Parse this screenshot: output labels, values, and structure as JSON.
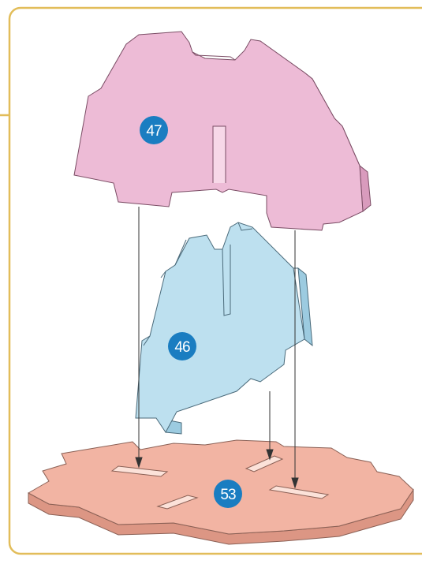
{
  "diagram": {
    "parts": [
      {
        "id": "47",
        "color": "#edbbd6",
        "edge_color": "#d99bbd"
      },
      {
        "id": "46",
        "color": "#bde0ef",
        "edge_color": "#9ccbe0"
      },
      {
        "id": "53",
        "color": "#f2b4a3",
        "edge_color": "#dc9684"
      }
    ],
    "badge_color": "#1a7dc1",
    "frame_color": "#e2bd5a"
  }
}
